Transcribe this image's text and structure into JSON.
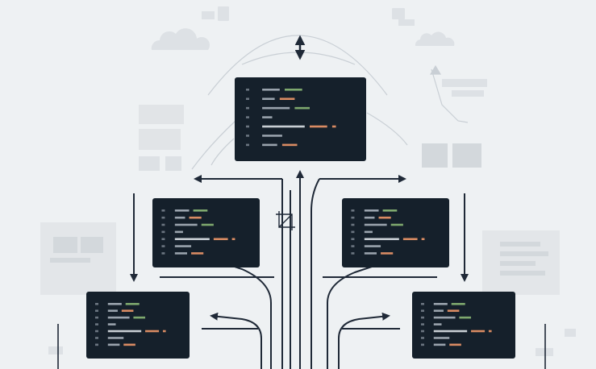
{
  "colors": {
    "background": "#eef1f3",
    "panel": "#15202b",
    "arrow": "#1f2937",
    "faint_line": "#c9cfd5",
    "ghost": "#d7dbdf",
    "code_gray": "#9aa3ad",
    "code_light": "#c8ced4",
    "code_green": "#7ea86e",
    "code_orange": "#d98b63"
  },
  "icons": {
    "bidirectional_arrow": "up-down-arrow-icon",
    "crop_symbol": "crop-icon",
    "cloud": "cloud-icon",
    "doc": "document-icon"
  },
  "code_panels": [
    {
      "name": "code-panel-top"
    },
    {
      "name": "code-panel-mid-left"
    },
    {
      "name": "code-panel-mid-right"
    },
    {
      "name": "code-panel-bottom-left"
    },
    {
      "name": "code-panel-bottom-right"
    }
  ]
}
